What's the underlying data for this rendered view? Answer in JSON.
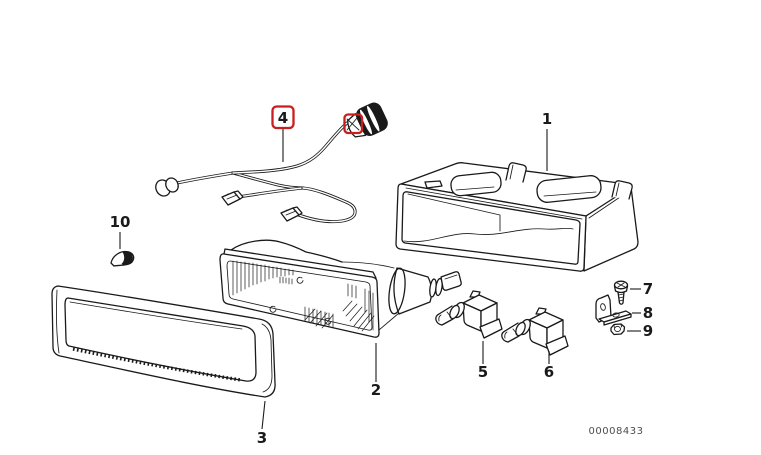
{
  "diagram": {
    "doc_code": "00008433",
    "selected_part": "4",
    "colors": {
      "line": "#1a1a1a",
      "highlight": "#c81e1e",
      "doc_code_text": "#4d4d4d",
      "background": "#ffffff"
    },
    "parts": [
      {
        "ref": "1",
        "highlighted": false
      },
      {
        "ref": "2",
        "highlighted": false
      },
      {
        "ref": "3",
        "highlighted": false
      },
      {
        "ref": "4",
        "highlighted": true
      },
      {
        "ref": "5",
        "highlighted": false
      },
      {
        "ref": "6",
        "highlighted": false
      },
      {
        "ref": "7",
        "highlighted": false
      },
      {
        "ref": "8",
        "highlighted": false
      },
      {
        "ref": "9",
        "highlighted": false
      },
      {
        "ref": "10",
        "highlighted": false
      }
    ]
  }
}
